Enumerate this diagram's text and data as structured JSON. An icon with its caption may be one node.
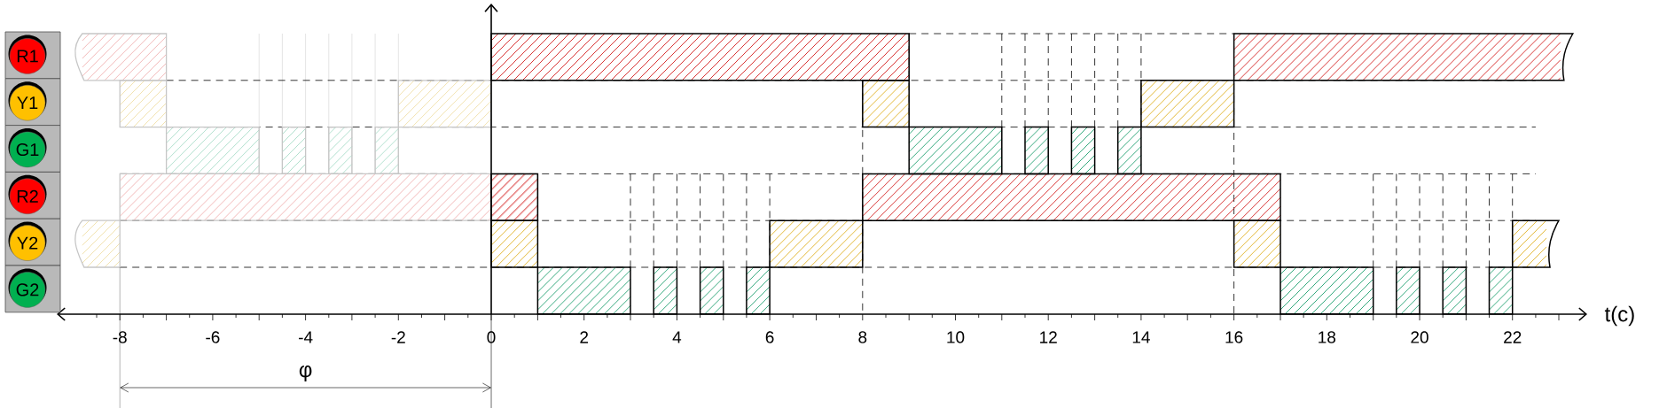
{
  "diagram": {
    "nodes": [
      {
        "text": [
          "R1"
        ]
      },
      {
        "text": [
          "Y1"
        ]
      },
      {
        "text": [
          "G1"
        ]
      },
      {
        "text": [
          "R2"
        ]
      },
      {
        "text": [
          "Y2"
        ]
      },
      {
        "text": [
          "G2"
        ]
      }
    ],
    "labels": [
      "-8",
      "-6",
      "-4",
      "-2",
      "0",
      "2",
      "4",
      "6",
      "8",
      "10",
      "12",
      "14",
      "16",
      "18",
      "20",
      "22",
      "t(c)",
      "φ"
    ]
  }
}
